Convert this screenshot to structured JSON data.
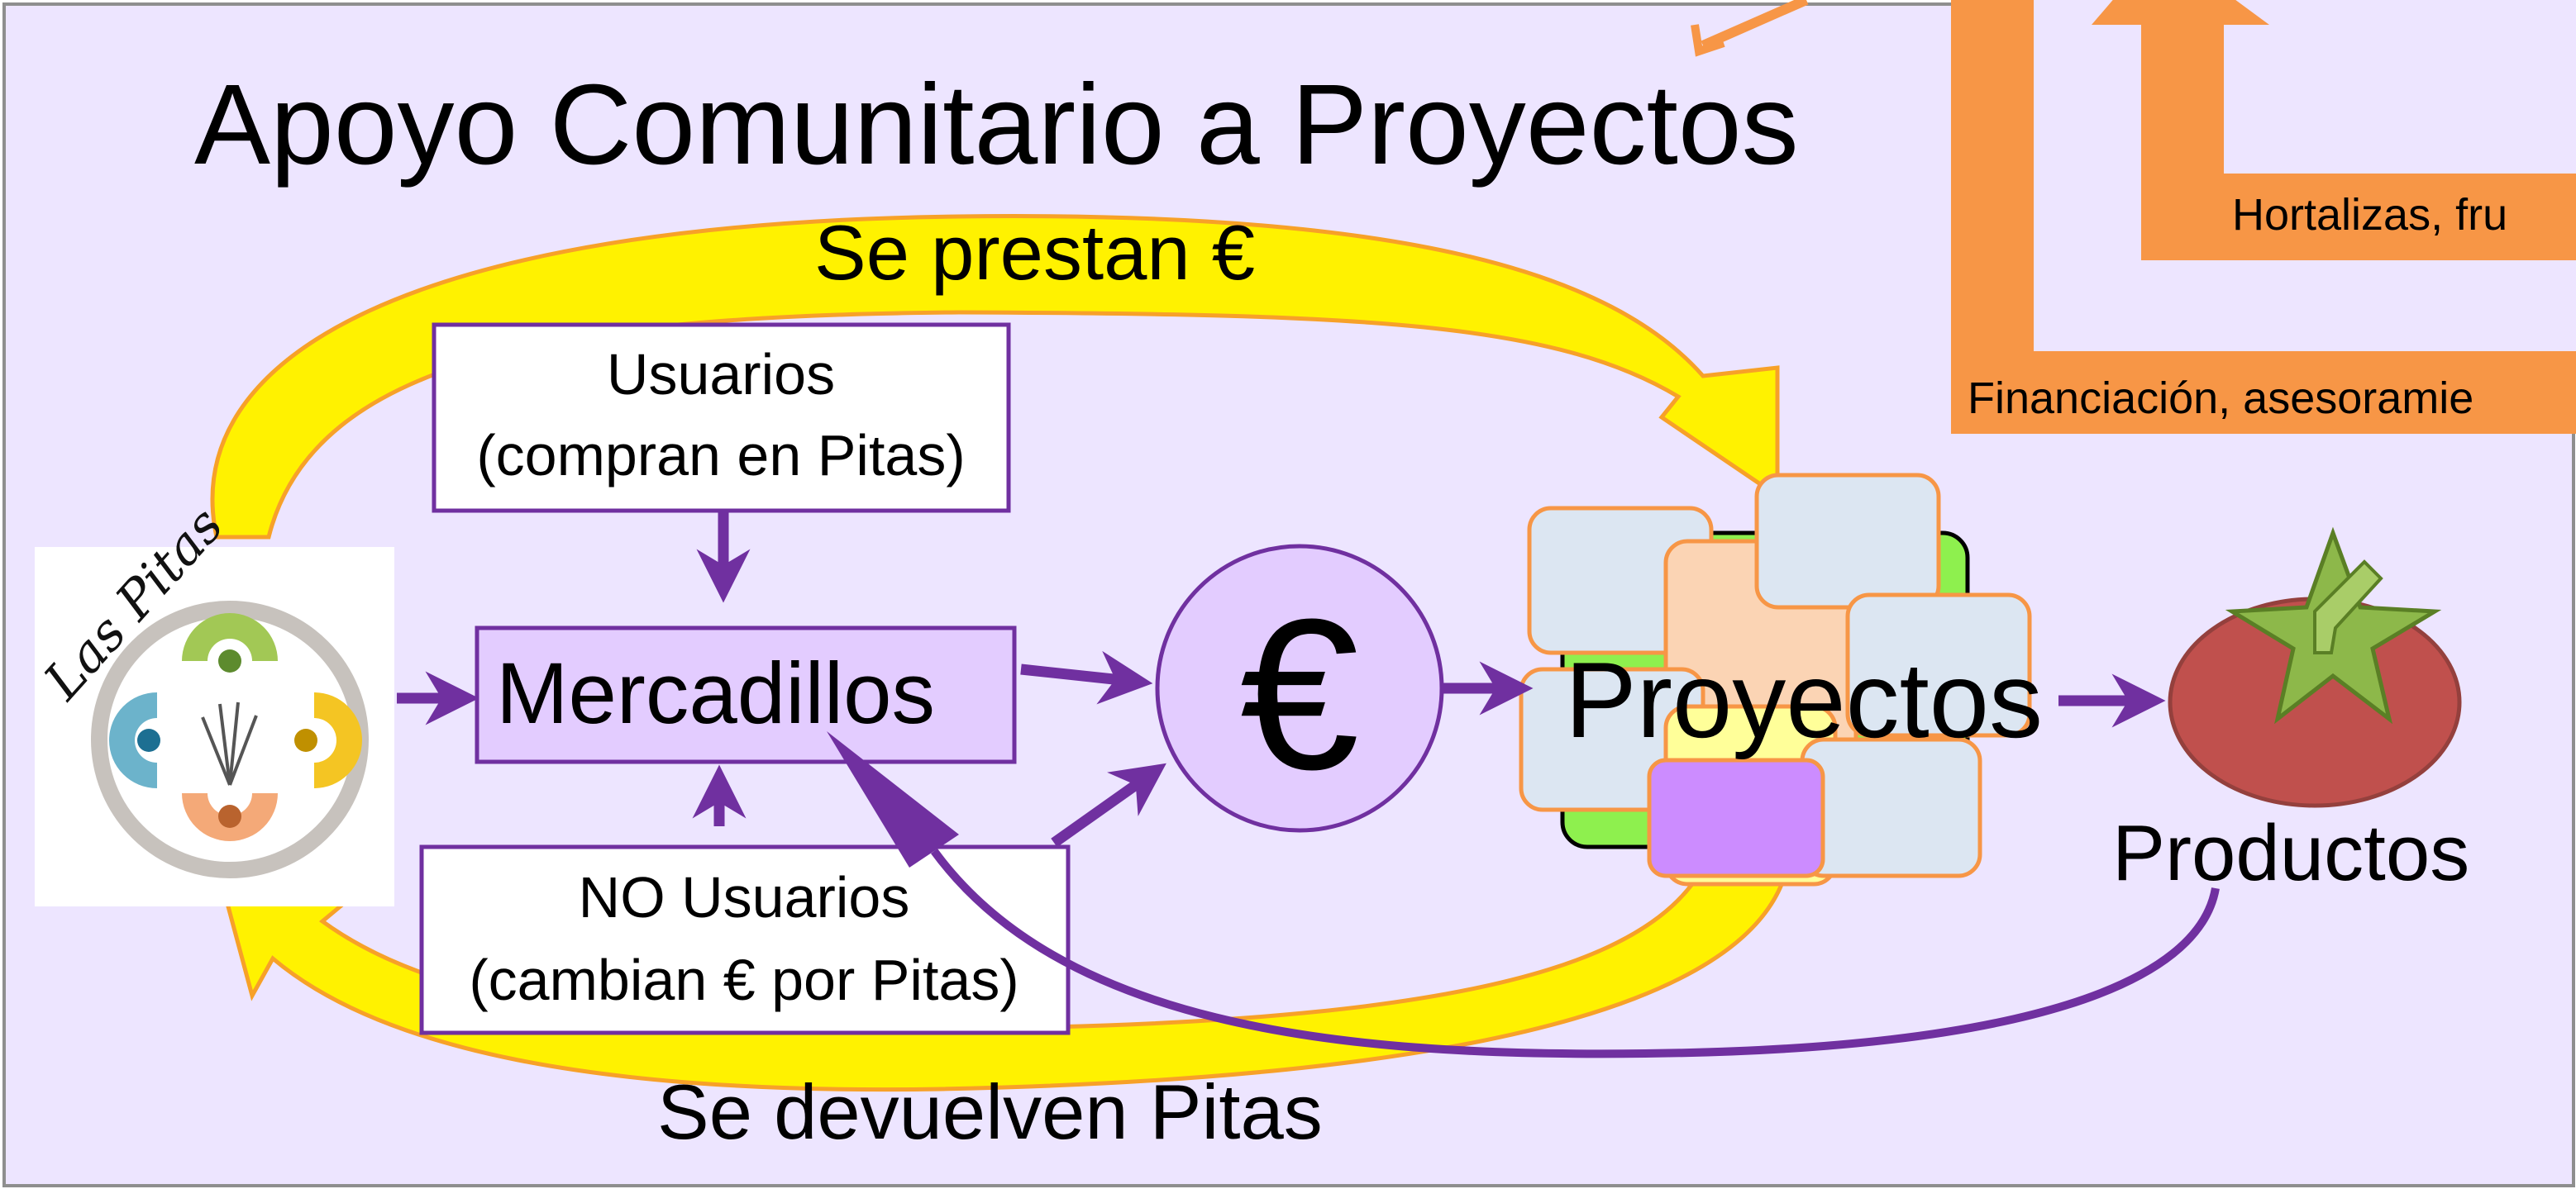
{
  "title": "Apoyo Comunitario a Proyectos",
  "top_flow": {
    "label": "Se prestan €"
  },
  "bottom_flow": {
    "label": "Se devuelven Pitas"
  },
  "users_box": {
    "line1": "Usuarios",
    "line2": "(compran en Pitas)"
  },
  "non_users_box": {
    "line1": "NO Usuarios",
    "line2": "(cambian € por Pitas)"
  },
  "markets": {
    "label": "Mercadillos"
  },
  "currency": {
    "symbol": "€"
  },
  "projects": {
    "label": "Proyectos"
  },
  "products": {
    "label": "Productos"
  },
  "logo": {
    "text": "Las Pitas"
  },
  "side_panel": {
    "upper_label": "Hortalizas, fru",
    "lower_label": "Financiación, asesoramie"
  },
  "colors": {
    "background": "#EDE5FF",
    "yellow_arrow": "#FFF200",
    "yellow_outline": "#F7A128",
    "purple": "#7030A0",
    "box_purple": "#E3CCFF",
    "orange_panel": "#F79646",
    "tomato_red": "#C0504D",
    "leaf_green": "#8DB84A"
  }
}
